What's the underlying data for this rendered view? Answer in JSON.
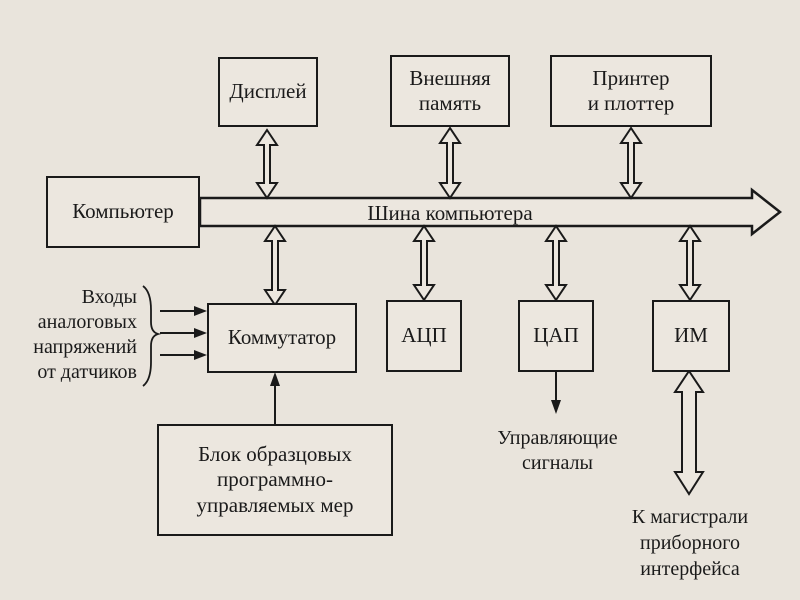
{
  "boxes": {
    "display": "Дисплей",
    "external_memory": "Внешняя\nпамять",
    "printer": "Принтер\nи плоттер",
    "computer": "Компьютер",
    "commutator": "Коммутатор",
    "adc": "АЦП",
    "dac": "ЦАП",
    "im": "ИМ",
    "reference_block": "Блок образцовых\nпрограммно-\nуправляемых мер"
  },
  "labels": {
    "bus": "Шина компьютера",
    "inputs": "Входы\nаналоговых\nнапряжений\nот датчиков",
    "control_signals": "Управляющие\nсигналы",
    "interface_bus": "К  магистрали\nприборного\nинтерфейса"
  },
  "colors": {
    "line": "#1a1a1a",
    "arrow_fill": "#ece7df",
    "background": "#e9e4dc"
  }
}
